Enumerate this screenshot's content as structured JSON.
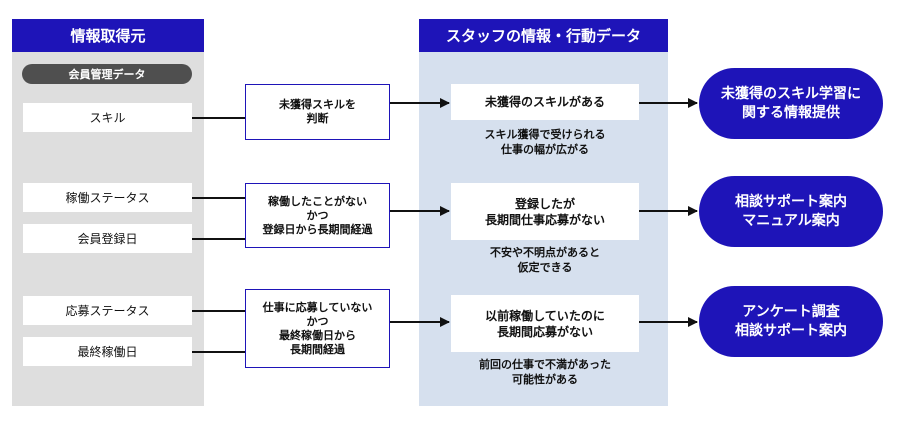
{
  "headers": {
    "left": "情報取得元",
    "middle": "スタッフの情報・行動データ"
  },
  "member_data_label": "会員管理データ",
  "sources": {
    "skill": "スキル",
    "work_status": "稼働ステータス",
    "registration_date": "会員登録日",
    "application_status": "応募ステータス",
    "last_work_date": "最終稼働日"
  },
  "conditions": [
    [
      "未獲得スキルを",
      "判断"
    ],
    [
      "稼働したことがない",
      "かつ",
      "登録日から長期間経過"
    ],
    [
      "仕事に応募していない",
      "かつ",
      "最終稼働日から",
      "長期間経過"
    ]
  ],
  "statuses": [
    [
      "未獲得のスキルがある"
    ],
    [
      "登録したが",
      "長期間仕事応募がない"
    ],
    [
      "以前稼働していたのに",
      "長期間応募がない"
    ]
  ],
  "notes": [
    [
      "スキル獲得で受けられる",
      "仕事の幅が広がる"
    ],
    [
      "不安や不明点があると",
      "仮定できる"
    ],
    [
      "前回の仕事で不満があった",
      "可能性がある"
    ]
  ],
  "actions": [
    [
      "未獲得のスキル学習に",
      "関する情報提供"
    ],
    [
      "相談サポート案内",
      "マニュアル案内"
    ],
    [
      "アンケート調査",
      "相談サポート案内"
    ]
  ],
  "colors": {
    "accent": "#1e14b8",
    "left_panel": "#dedede",
    "middle_panel": "#d6e0ee",
    "pill": "#4f4f4f"
  }
}
